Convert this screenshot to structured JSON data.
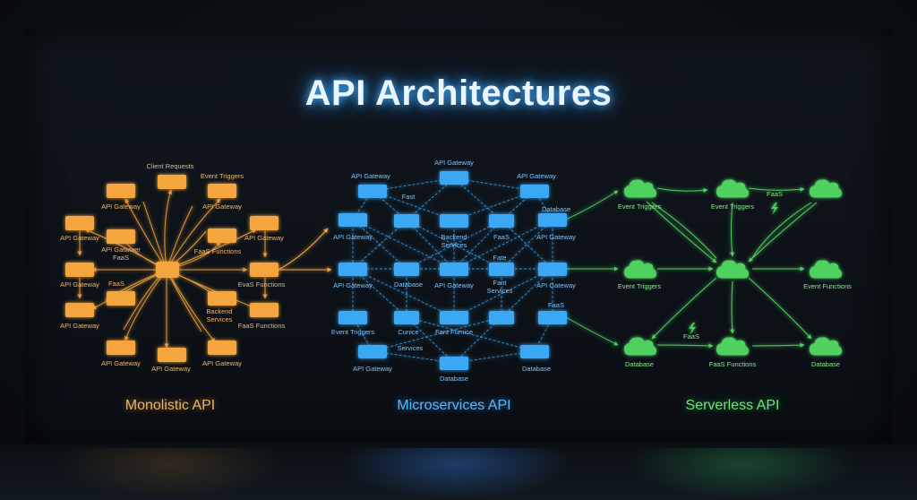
{
  "title": "API Architectures",
  "sections": {
    "monolithic": "Monolistic API",
    "microservices": "Microservices API",
    "serverless": "Serverless API"
  },
  "colors": {
    "monolithic": "#f5a53c",
    "microservices": "#3aa8f5",
    "serverless": "#4fd160",
    "title_glow": "#4ab4ff"
  },
  "monolithic": {
    "labels": [
      "Client Requests",
      "Event Triggers",
      "API Gateway",
      "API Gateway",
      "API Gateway",
      "API Gateway",
      "API Gatwiver",
      "FaaS",
      "FaaS Functions",
      "API Gateway",
      "FaaS",
      "EvaS Functions",
      "API Gateway",
      "Backend",
      "Services",
      "FaaS Functions",
      "API Gateway",
      "API Gateway",
      "API Gateway"
    ]
  },
  "microservices": {
    "labels": [
      "API Gateway",
      "API Gateway",
      "API Gateway",
      "Fast",
      "Database",
      "API Gateway",
      "Backend",
      "Services",
      "FaaS",
      "API Gateway",
      "API Gateway",
      "Database",
      "API Gateway",
      "Fate",
      "Fant",
      "Services",
      "API Gateway",
      "FaaS",
      "Event Triggers",
      "Cunice",
      "Fant Furnice",
      "Services",
      "API Gateway",
      "Database",
      "Database"
    ]
  },
  "serverless": {
    "labels": [
      "Event Triggers",
      "Event Triggers",
      "FaaS",
      "Event Triggers",
      "Event Functions",
      "FaaS",
      "Database",
      "FaaS Functions",
      "Database"
    ]
  }
}
